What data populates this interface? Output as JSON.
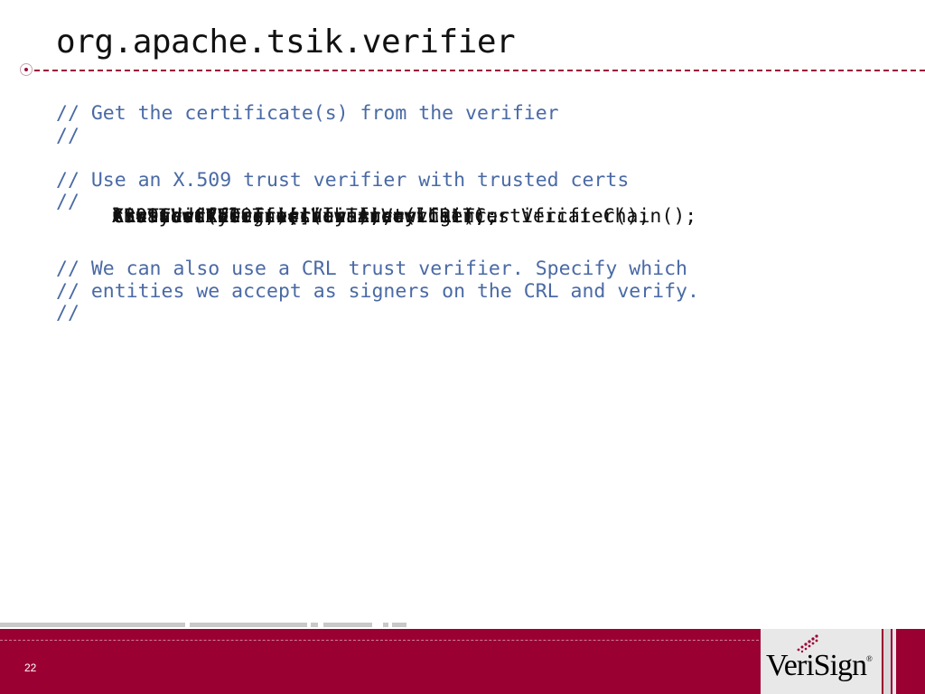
{
  "slide": {
    "title": "org.apache.tsik.verifier",
    "page_number": "22"
  },
  "code_lines": [
    {
      "type": "comment",
      "text": "// Get the certificate(s) from the verifier"
    },
    {
      "type": "comment",
      "text": "//"
    },
    {
      "type": "code",
      "text": "X509Certificate[] chain = v.getCertificateChain();"
    },
    {
      "type": "blank",
      "text": ""
    },
    {
      "type": "comment",
      "text": "// Use an X.509 trust verifier with trusted certs"
    },
    {
      "type": "comment",
      "text": "//"
    },
    {
      "type": "code",
      "text": "ArrayList list = new ArrayList();"
    },
    {
      "type": "code",
      "text": "list.add(...);"
    },
    {
      "type": "code",
      "text": "X509TrustVerifier trustVerifier"
    },
    {
      "type": "code",
      "text": "  = new X509TrustVerifier(list);"
    },
    {
      "type": "code",
      "text": "trustVerifier.verifyTrust(chain);"
    },
    {
      "type": "blank",
      "text": ""
    },
    {
      "type": "blank",
      "text": ""
    },
    {
      "type": "comment",
      "text": "// We can also use a CRL trust verifier. Specify which"
    },
    {
      "type": "comment",
      "text": "// entities we accept as signers on the CRL and verify."
    },
    {
      "type": "comment",
      "text": "//"
    },
    {
      "type": "code",
      "text": "CRLTrustVerifier ctv = new CRLTrustVerifier();"
    },
    {
      "type": "code",
      "text": "list.add(. . .);"
    },
    {
      "type": "code",
      "text": "ctv.addCRLsigners(list);"
    },
    {
      "type": "code",
      "text": "ctv.verifyTrust(chain);"
    }
  ],
  "logo": {
    "brand": "VeriSign",
    "mark": "®"
  },
  "colors": {
    "accent": "#9b0033",
    "comment": "#4a6aa5",
    "code": "#111111"
  }
}
